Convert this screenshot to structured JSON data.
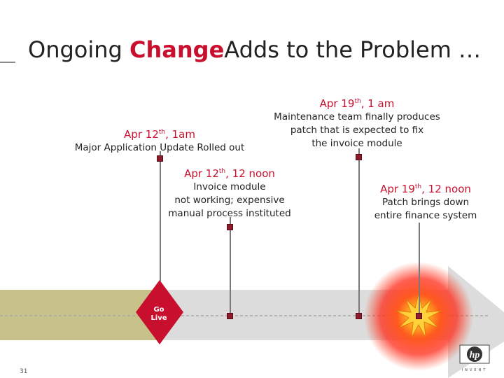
{
  "title": {
    "lead": "Ongoing ",
    "accent": "Change",
    "rest": "Adds to the Problem …"
  },
  "events": [
    {
      "date": "Apr 12",
      "sup": "th",
      "time": ", 1am",
      "lines": [
        "Major Application Update Rolled out"
      ]
    },
    {
      "date": "Apr 12",
      "sup": "th",
      "time": ", 12 noon",
      "lines": [
        "Invoice module",
        "not working; expensive",
        "manual process instituted"
      ]
    },
    {
      "date": "Apr 19",
      "sup": "th",
      "time": ", 1 am",
      "lines": [
        "Maintenance team finally produces",
        "patch that is expected to fix",
        "the invoice module"
      ]
    },
    {
      "date": "Apr 19",
      "sup": "th",
      "time": ", 12 noon",
      "lines": [
        "Patch brings down",
        "entire finance system"
      ]
    }
  ],
  "milestone": {
    "line1": "Go",
    "line2": "Live"
  },
  "page_number": "31",
  "logo": {
    "text": "hp",
    "tagline": "INVENT"
  },
  "colors": {
    "accent": "#c8102e",
    "olive": "#c7c18a",
    "arrow": "#dcdcdc",
    "knot": "#8b1a2b"
  }
}
